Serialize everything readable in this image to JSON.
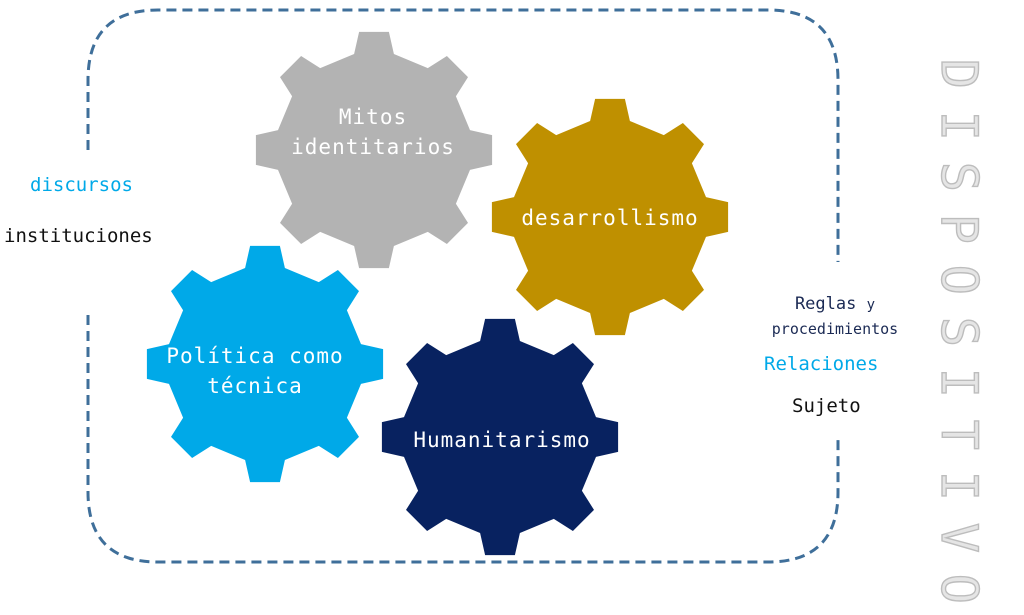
{
  "colors": {
    "frame": "#3f6f9a",
    "gear_mitos": "#b3b3b3",
    "gear_desarrollismo": "#bf9000",
    "gear_politica": "#00a9e8",
    "gear_humanitarismo": "#082260",
    "text_light": "#ffffff",
    "text_dark": "#111111",
    "text_cyan": "#00a9e8",
    "text_navy": "#1b2a54",
    "title_fill": "#e5e5e5"
  },
  "icons": [
    "gear-icon"
  ],
  "title": "DISPOSITIVO",
  "left_labels": {
    "discursos": "discursos",
    "instituciones": "instituciones"
  },
  "right_labels": {
    "reglas": "Reglas",
    "y": "y",
    "procedimientos": "procedimientos",
    "relaciones": "Relaciones",
    "sujeto": "Sujeto"
  },
  "gears": [
    {
      "id": "mitos",
      "text": "Mitos\nidentitarios"
    },
    {
      "id": "desarrollismo",
      "text": "desarrollismo"
    },
    {
      "id": "politica",
      "text": "Política como\ntécnica"
    },
    {
      "id": "humanitarismo",
      "text": "Humanitarismo"
    }
  ]
}
